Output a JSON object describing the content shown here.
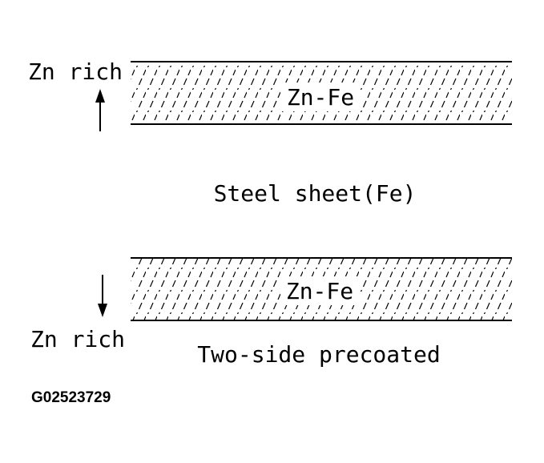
{
  "diagram": {
    "top_layer": {
      "material": "Zn-Fe",
      "side_label": "Zn rich"
    },
    "substrate_label": "Steel sheet(Fe)",
    "bottom_layer": {
      "material": "Zn-Fe",
      "side_label": "Zn rich"
    },
    "caption": "Two-side precoated",
    "figure_code": "G02523729",
    "colors": {
      "ink": "#000000",
      "background": "#ffffff"
    }
  }
}
